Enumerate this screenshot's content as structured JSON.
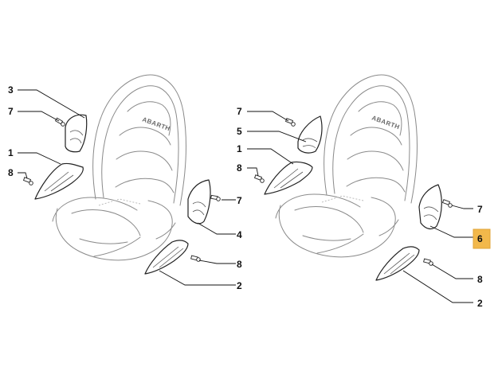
{
  "diagram": {
    "brand_mark": "ABARTH",
    "left_view": {
      "callouts": [
        "3",
        "7",
        "1",
        "8",
        "7",
        "4",
        "8",
        "2"
      ]
    },
    "right_view": {
      "callouts": [
        "7",
        "5",
        "1",
        "8",
        "7",
        "6",
        "8",
        "2"
      ],
      "highlighted_callout": "6"
    },
    "highlight_color": "#f2b84b"
  }
}
